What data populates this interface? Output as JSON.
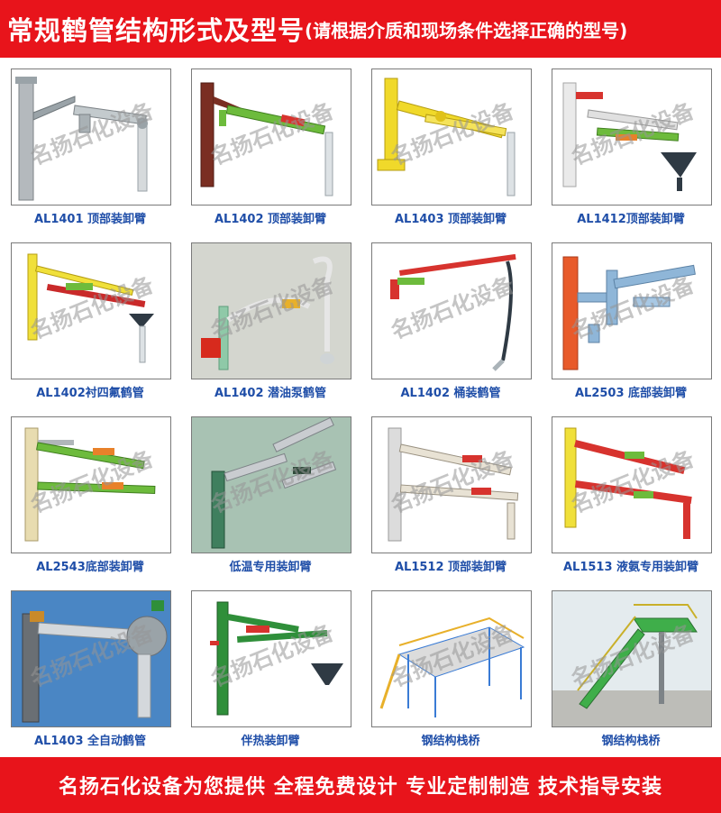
{
  "header": {
    "title": "常规鹤管结构形式及型号",
    "subtitle": "(请根据介质和现场条件选择正确的型号)"
  },
  "watermark": "名扬石化设备",
  "products": [
    {
      "caption": "AL1401  顶部装卸臂",
      "colors": {
        "column": "#b4b9bd",
        "arm": "#9aa3a8"
      }
    },
    {
      "caption": "AL1402  顶部装卸臂",
      "colors": {
        "column": "#7a2e22",
        "arm": "#6dbb3c"
      }
    },
    {
      "caption": "AL1403  顶部装卸臂",
      "colors": {
        "column": "#f0d92a",
        "arm": "#f0d92a"
      }
    },
    {
      "caption": "AL1412顶部装卸臂",
      "colors": {
        "column": "#e6e6e6",
        "arm": "#d7332e"
      }
    },
    {
      "caption": "AL1402衬四氟鹤管",
      "colors": {
        "column": "#f0e03a",
        "arm": "#c92a2a"
      }
    },
    {
      "caption": "AL1402  潜油泵鹤管",
      "colors": {
        "column": "#8fc9a8",
        "arm": "#e6e6e6"
      }
    },
    {
      "caption": "AL1402  桶装鹤管",
      "colors": {
        "column": "#d7332e",
        "arm": "#d7332e"
      }
    },
    {
      "caption": "AL2503  底部装卸臂",
      "colors": {
        "column": "#e85a2a",
        "arm": "#8fb6d8"
      }
    },
    {
      "caption": "AL2543底部装卸臂",
      "colors": {
        "column": "#e8dcb0",
        "arm": "#6dbb3c"
      }
    },
    {
      "caption": "低温专用装卸臂",
      "colors": {
        "column": "#3f7f5e",
        "arm": "#c9ccd0"
      }
    },
    {
      "caption": "AL1512  顶部装卸臂",
      "colors": {
        "column": "#dcdcdc",
        "arm": "#e8e2d4"
      }
    },
    {
      "caption": "AL1513  液氨专用装卸臂",
      "colors": {
        "column": "#f0e03a",
        "arm": "#d7332e"
      }
    },
    {
      "caption": "AL1403  全自动鹤管",
      "colors": {
        "column": "#6a6f74",
        "arm": "#d4d8dc"
      }
    },
    {
      "caption": "伴热装卸臂",
      "colors": {
        "column": "#2f8f3a",
        "arm": "#d7332e"
      }
    },
    {
      "caption": "钢结构栈桥",
      "colors": {
        "column": "#3a7bd5",
        "arm": "#ffffff"
      }
    },
    {
      "caption": "钢结构栈桥",
      "colors": {
        "column": "#6f7f3a",
        "arm": "#3fae4a"
      }
    }
  ],
  "footer": {
    "slogan": "名扬石化设备为您提供  全程免费设计  专业定制制造  技术指导安装"
  }
}
